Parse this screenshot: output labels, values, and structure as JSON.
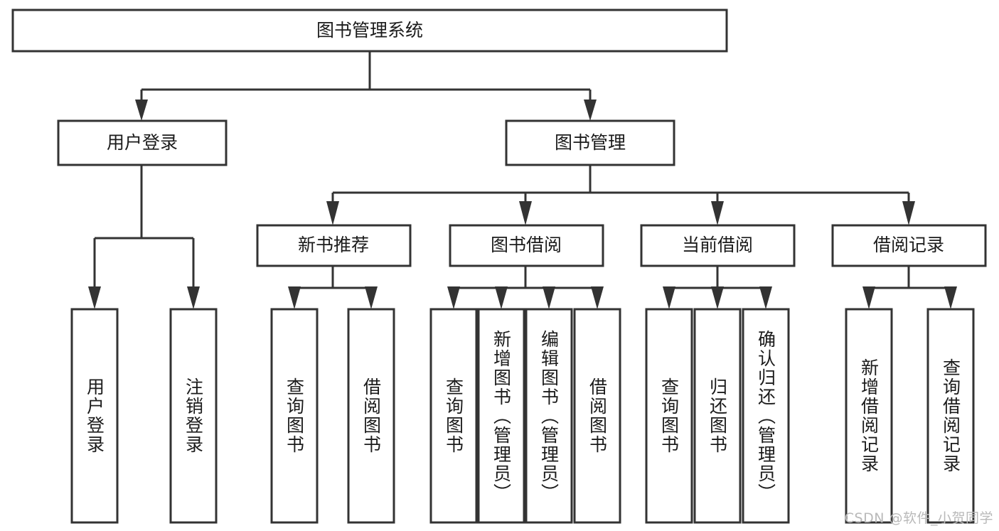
{
  "diagram": {
    "type": "tree-hierarchy-chart",
    "title": "图书管理系统",
    "watermark": "CSDN @软件_小贺同学",
    "colors": {
      "box_fill": "#ffffff",
      "stroke": "#333333",
      "text": "#1b1b1b",
      "watermark": "#b9b9b9",
      "background": "#ffffff"
    },
    "nodes": {
      "root": {
        "label": "图书管理系统"
      },
      "level2": [
        {
          "label": "用户登录"
        },
        {
          "label": "图书管理"
        }
      ],
      "level3": [
        {
          "label": "新书推荐"
        },
        {
          "label": "图书借阅"
        },
        {
          "label": "当前借阅"
        },
        {
          "label": "借阅记录"
        }
      ],
      "leaves": [
        {
          "label": "用户登录",
          "parent": "用户登录"
        },
        {
          "label": "注销登录",
          "parent": "用户登录"
        },
        {
          "label": "查询图书",
          "parent": "新书推荐"
        },
        {
          "label": "借阅图书",
          "parent": "新书推荐"
        },
        {
          "label": "查询图书",
          "parent": "图书借阅"
        },
        {
          "label": "新增图书（管理员）",
          "parent": "图书借阅"
        },
        {
          "label": "编辑图书（管理员）",
          "parent": "图书借阅"
        },
        {
          "label": "借阅图书",
          "parent": "图书借阅"
        },
        {
          "label": "查询图书",
          "parent": "当前借阅"
        },
        {
          "label": "归还图书",
          "parent": "当前借阅"
        },
        {
          "label": "确认归还（管理员）",
          "parent": "当前借阅"
        },
        {
          "label": "新增借阅记录",
          "parent": "借阅记录"
        },
        {
          "label": "查询借阅记录",
          "parent": "借阅记录"
        }
      ]
    }
  }
}
